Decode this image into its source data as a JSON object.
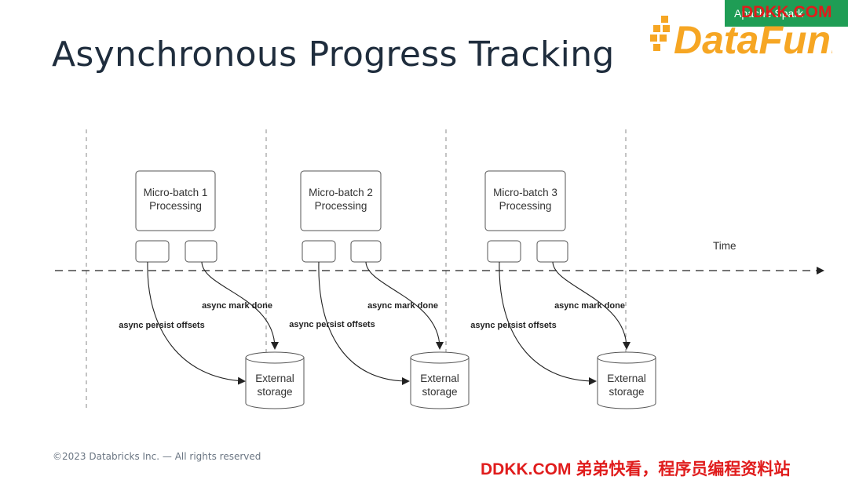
{
  "slide": {
    "title": "Asynchronous Progress Tracking",
    "footer": "©2023 Databricks Inc. — All rights reserved"
  },
  "branding": {
    "corner_tag": "Apache Spark",
    "watermark_top": "DDKK.COM",
    "logo_text": "DataFun.",
    "watermark_bottom": "DDKK.COM 弟弟快看，程序员编程资料站",
    "accent_color": "#f6a623",
    "tag_color": "#1f9d55",
    "watermark_color": "#e01c1c"
  },
  "diagram": {
    "time_label": "Time",
    "batches": [
      {
        "processing_line1": "Micro-batch 1",
        "processing_line2": "Processing",
        "persist_label": "async persist offsets",
        "mark_label": "async mark done",
        "storage_line1": "External",
        "storage_line2": "storage"
      },
      {
        "processing_line1": "Micro-batch 2",
        "processing_line2": "Processing",
        "persist_label": "async persist offsets",
        "mark_label": "async mark done",
        "storage_line1": "External",
        "storage_line2": "storage"
      },
      {
        "processing_line1": "Micro-batch 3",
        "processing_line2": "Processing",
        "persist_label": "async persist offsets",
        "mark_label": "async mark done",
        "storage_line1": "External",
        "storage_line2": "storage"
      }
    ]
  }
}
